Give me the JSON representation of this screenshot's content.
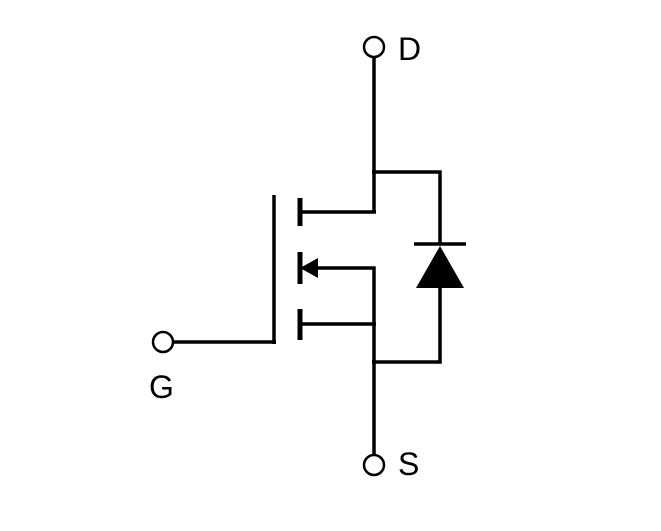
{
  "terminals": {
    "drain": {
      "label": "D"
    },
    "gate": {
      "label": "G"
    },
    "source": {
      "label": "S"
    }
  },
  "colors": {
    "stroke": "#000000",
    "background": "#ffffff"
  }
}
